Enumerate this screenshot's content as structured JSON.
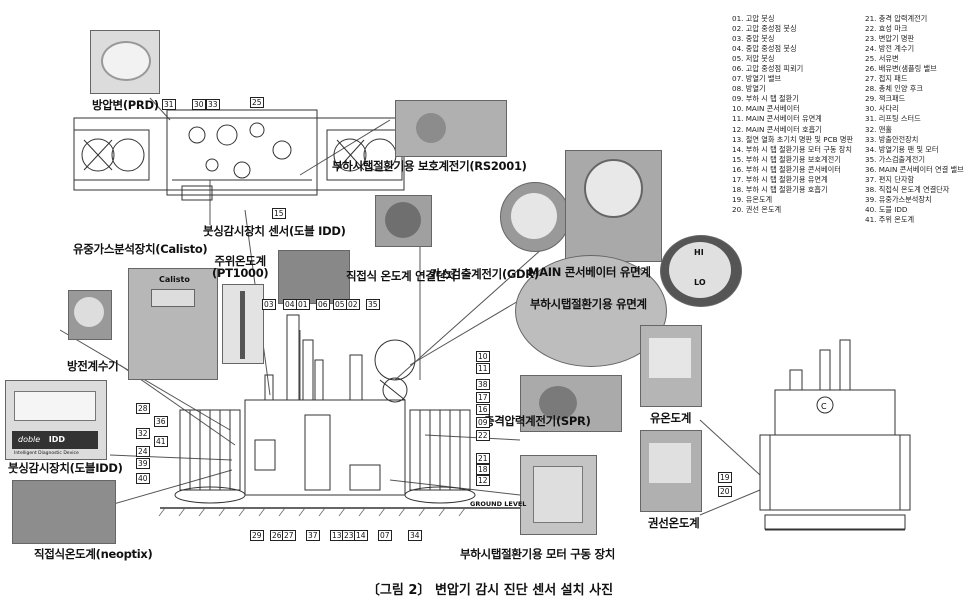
{
  "caption": "〔그림 2〕 변압기 감시 진단 센서 설치 사진",
  "legend_left": [
    "01. 고압 붓싱",
    "02. 고압 중성점 붓싱",
    "03. 중압 붓싱",
    "04. 중압 중성점 붓싱",
    "05. 저압 붓싱",
    "06. 고압 중성점 피뢰기",
    "07. 방열기 밸브",
    "08. 방열기",
    "09. 부하 시 탭 절환기",
    "10. MAIN 콘서베이터",
    "11. MAIN 콘서베이터 유면계",
    "12. MAIN 콘서베이터 호흡기",
    "13. 절연 열화 초기치 명판 및 PCB 명판",
    "14. 부하 시 탭 절환기용 모터 구동 장치",
    "15. 부하 시 탭 절환기용 보호계전기",
    "16. 부하 시 탭 절환기용 콘서베이터",
    "17. 부하 시 탭 절환기용 유면계",
    "18. 부하 시 탭 절환기용 호흡기",
    "19. 유온도계",
    "20. 권선 온도계"
  ],
  "legend_right": [
    "21. 충격 압력계전기",
    "22. 효성 마크",
    "23. 변압기 명판",
    "24. 방전 계수기",
    "25. 서유변",
    "26. 배유변(샘플링 밸브",
    "27. 접지 패드",
    "28. 총체 인양 후크",
    "29. 잭크패드",
    "30. 사다리",
    "31. 리프팅 스터드",
    "32. 맨홀",
    "33. 방출안전장치",
    "34. 방열기용 팬 및 모터",
    "35. 가스검출계전기",
    "36. MAIN 콘서베이터 연결 밸브",
    "37. 편지 단자함",
    "38. 직접식 온도계 연결단자",
    "39. 유중가스분석장치",
    "40. 도블 IDD",
    "41. 주위 온도계"
  ],
  "labels": {
    "prd": "방압변(PRD)",
    "rs2001": "부하시탭절환기용 보호계전기(RS2001)",
    "bushing_idd": "붓싱감시장치 센서(도블 IDD)",
    "calisto": "유중가스분석장치(Calisto)",
    "pt1000": "주위온도계\n(PT1000)",
    "direct_terminal": "직접식 온도계 연결단자",
    "gdr": "가스검출계전기(GDR)",
    "main_cons_gauge": "MAIN 콘서베이터 유면계",
    "oltc_gauge": "부하시탭절환기용 유면계",
    "discharge_counter": "방전계수기",
    "spr": "충격압력계전기(SPR)",
    "bushing_monitor": "붓싱감시장치(도블IDD)",
    "oil_temp": "유온도계",
    "winding_temp": "권선온도계",
    "neoptix": "직접식온도계(neoptix)",
    "motor_drive": "부하시탭절환기용 모터 구동 장치",
    "ground_level": "GROUND LEVEL"
  },
  "photo_text": {
    "calisto_brand": "Calisto",
    "doble": "doble",
    "idd": "IDD",
    "idd_sub": "Intelligent Diagnostic Device",
    "hi": "HI",
    "lo": "LO",
    "c_mark": "C"
  },
  "top_plan_numbers": [
    "31",
    "30",
    "33",
    "25",
    "15"
  ],
  "front_top_numbers": [
    "03",
    "04",
    "01",
    "06",
    "05",
    "02",
    "35"
  ],
  "front_right_numbers": [
    "10",
    "11",
    "38",
    "17",
    "16",
    "09",
    "22",
    "21",
    "18",
    "12"
  ],
  "front_left_numbers": [
    "28",
    "36",
    "32",
    "41",
    "24",
    "39",
    "40"
  ],
  "front_bottom_numbers": [
    "29",
    "26",
    "27",
    "37",
    "13",
    "23",
    "14",
    "07",
    "34"
  ],
  "side_numbers": [
    "19",
    "20"
  ]
}
